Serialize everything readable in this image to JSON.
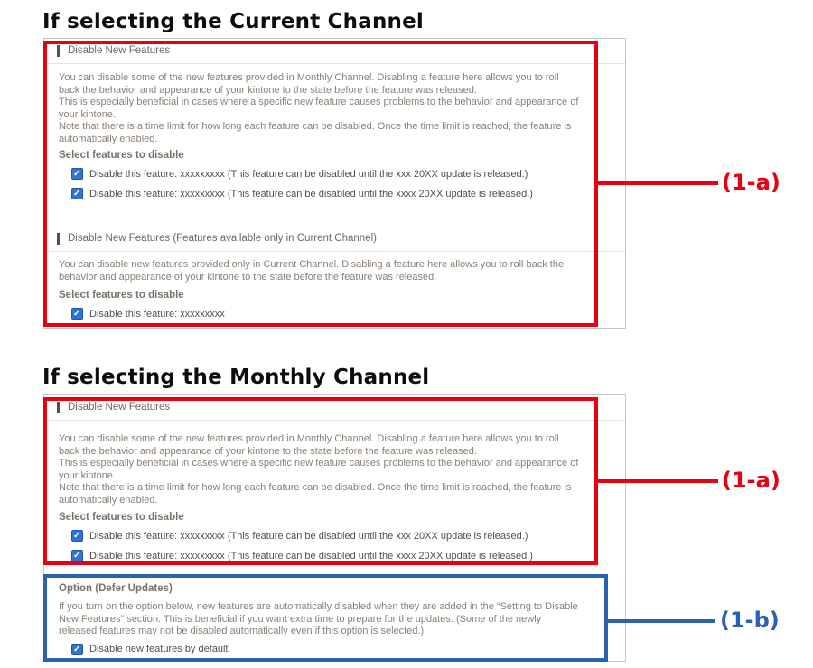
{
  "annotations": {
    "label_1a": "(1-a)",
    "label_1b": "(1-b)",
    "red_color": "#e60012",
    "blue_color": "#2a62b0",
    "checkbox_color": "#2f74d0"
  },
  "section_current": {
    "heading": "If selecting the Current Channel",
    "disable_new_features": {
      "header": "Disable New Features",
      "paragraphs": [
        "You can disable some of the new features provided in Monthly Channel. Disabling a feature here allows you to roll back the behavior and appearance of your kintone to the state before the feature was released.",
        "This is especially beneficial in cases where a specific new feature causes problems to the behavior and appearance of your kintone.",
        "Note that there is a time limit for how long each feature can be disabled. Once the time limit is reached, the feature is automatically enabled."
      ],
      "select_label": "Select features to disable",
      "checkboxes": [
        "Disable this feature: xxxxxxxxx (This feature can be disabled until the xxx 20XX update is released.)",
        "Disable this feature: xxxxxxxxx (This feature can be disabled until the xxxx 20XX update is released.)"
      ]
    },
    "current_only": {
      "header": "Disable New Features (Features available only in Current Channel)",
      "paragraphs": [
        "You can disable new features provided only in Current Channel. Disabling a feature here allows you to roll back the behavior and appearance of your kintone to the state before the feature was released."
      ],
      "select_label": "Select features to disable",
      "checkboxes": [
        "Disable this feature: xxxxxxxxx"
      ]
    }
  },
  "section_monthly": {
    "heading": "If selecting the Monthly Channel",
    "disable_new_features": {
      "header": "Disable New Features",
      "paragraphs": [
        "You can disable some of the new features provided in Monthly Channel. Disabling a feature here allows you to roll back the behavior and appearance of your kintone to the state before the feature was released.",
        "This is especially beneficial in cases where a specific new feature causes problems to the behavior and appearance of your kintone.",
        "Note that there is a time limit for how long each feature can be disabled. Once the time limit is reached, the feature is automatically enabled."
      ],
      "select_label": "Select features to disable",
      "checkboxes": [
        "Disable this feature: xxxxxxxxx (This feature can be disabled until the xxx 20XX update is released.)",
        "Disable this feature: xxxxxxxxx (This feature can be disabled until the xxxx 20XX update is released.)"
      ]
    },
    "defer_updates": {
      "header": "Option (Defer Updates)",
      "paragraphs": [
        "If you turn on the option below, new features are automatically disabled when they are added in the “Setting to Disable New Features” section. This is beneficial if you want extra time to prepare for the updates. (Some of the newly released features may not be disabled automatically even if this option is selected.)"
      ],
      "checkboxes": [
        "Disable new features by default"
      ]
    }
  }
}
